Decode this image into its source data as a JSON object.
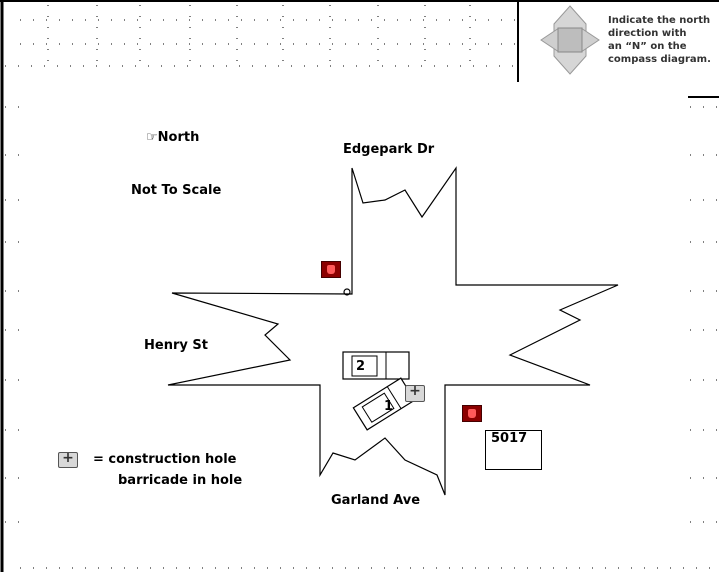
{
  "compass_instruction": {
    "line1": "Indicate the north",
    "line2": "direction with",
    "line3": "an “N” on the",
    "line4": "compass diagram."
  },
  "north_label": "☞North",
  "scale_label": "Not To Scale",
  "streets": {
    "top": "Edgepark Dr",
    "left": "Henry  St",
    "bottom": "Garland Ave"
  },
  "vehicles": [
    {
      "label": "2"
    },
    {
      "label": "1"
    }
  ],
  "address": "5017",
  "legend": {
    "line1": "= construction hole",
    "line2": "barricade in hole"
  }
}
